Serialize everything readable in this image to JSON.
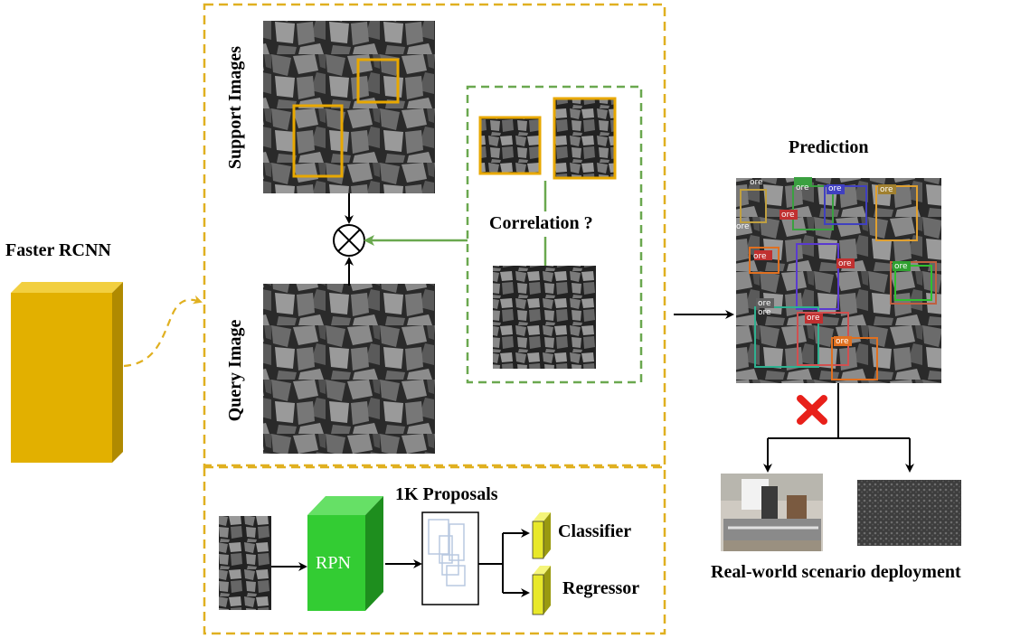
{
  "left": {
    "title": "Faster RCNN"
  },
  "support": {
    "label": "Support Images"
  },
  "query": {
    "label": "Query Image"
  },
  "correlation": {
    "label": "Correlation ?"
  },
  "rpn": {
    "block_label": "RPN",
    "proposals_label": "1K Proposals",
    "classifier_label": "Classifier",
    "regressor_label": "Regressor"
  },
  "prediction": {
    "title": "Prediction",
    "box_tag": "ore"
  },
  "deployment": {
    "label": "Real-world scenario deployment"
  },
  "colors": {
    "dash_yellow": "#e0b020",
    "dash_green": "#6aa84f",
    "faster_rcnn_block": "#e2b000",
    "rpn_block": "#33cc33",
    "green_arrow": "#6aa84f",
    "fail_cross": "#e8201a"
  }
}
